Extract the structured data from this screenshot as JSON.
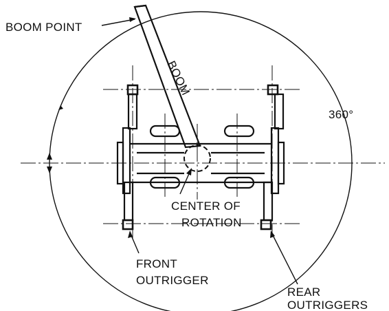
{
  "labels": {
    "boom_point": "BOOM POINT",
    "boom": "BOOM",
    "angle": "360°",
    "center_line1": "CENTER OF",
    "center_line2": "ROTATION",
    "front_line1": "FRONT",
    "front_line2": "OUTRIGGER",
    "rear_line1": "REAR",
    "rear_line2": "OUTRIGGERS"
  },
  "colors": {
    "ink": "#111111",
    "background": "#ffffff"
  }
}
